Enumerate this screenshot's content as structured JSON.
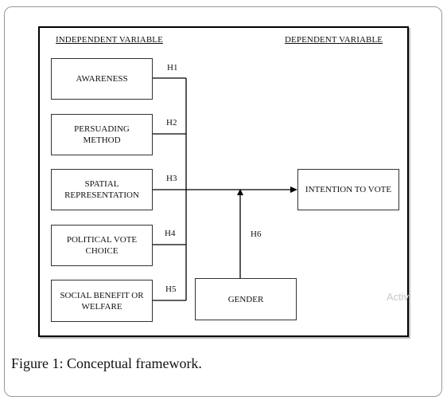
{
  "diagram": {
    "independent_heading": "INDEPENDENT VARIABLE",
    "dependent_heading": "DEPENDENT VARIABLE",
    "boxes": {
      "awareness": "AWARENESS",
      "persuading": "PERSUADING METHOD",
      "spatial": "SPATIAL REPRESENTATION",
      "political": "POLITICAL VOTE CHOICE",
      "social": "SOCIAL BENEFIT OR WELFARE",
      "gender": "GENDER",
      "intention": "INTENTION TO VOTE"
    },
    "hypotheses": {
      "h1": "H1",
      "h2": "H2",
      "h3": "H3",
      "h4": "H4",
      "h5": "H5",
      "h6": "H6"
    },
    "watermark": "Activ"
  },
  "caption": {
    "label": "Figure 1:",
    "text": " Conceptual framework."
  }
}
